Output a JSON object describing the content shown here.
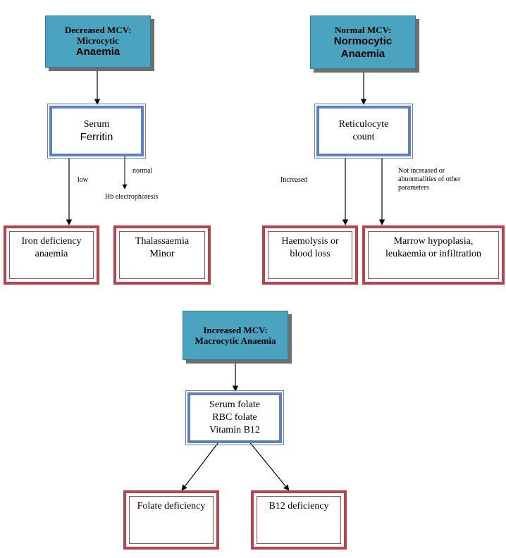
{
  "micro": {
    "header": [
      "Decreased MCV:",
      "Microcytic",
      "Anaemia"
    ],
    "test": [
      "Serum",
      "Ferritin"
    ],
    "label_low": "low",
    "label_normal": "normal",
    "note": "Hb electrophoresis",
    "outcome_a": [
      "Iron deficiency",
      "anaemia"
    ],
    "outcome_b": [
      "Thalassaemia",
      "Minor"
    ]
  },
  "normo": {
    "header": [
      "Normal MCV:",
      "Normocytic",
      "Anaemia"
    ],
    "test": [
      "Reticulocyte",
      "count"
    ],
    "label_increased": "Increased",
    "label_not_increased": [
      "Not increased or",
      "abnormalities of other",
      "parameters"
    ],
    "outcome_a": [
      "Haemolysis or",
      "blood loss"
    ],
    "outcome_b": [
      "Marrow hypoplasia,",
      "leukaemia or infiltration"
    ]
  },
  "macro": {
    "header": [
      "Increased MCV:",
      "Macrocytic Anaemia"
    ],
    "test": [
      "Serum folate",
      "RBC folate",
      "Vitamin B12"
    ],
    "outcome_a": "Folate deficiency",
    "outcome_b": "B12 deficiency"
  },
  "colors": {
    "header_fill": "#4aa3bf",
    "test_border": "#5d7fc4",
    "outcome_border": "#b8434a"
  }
}
